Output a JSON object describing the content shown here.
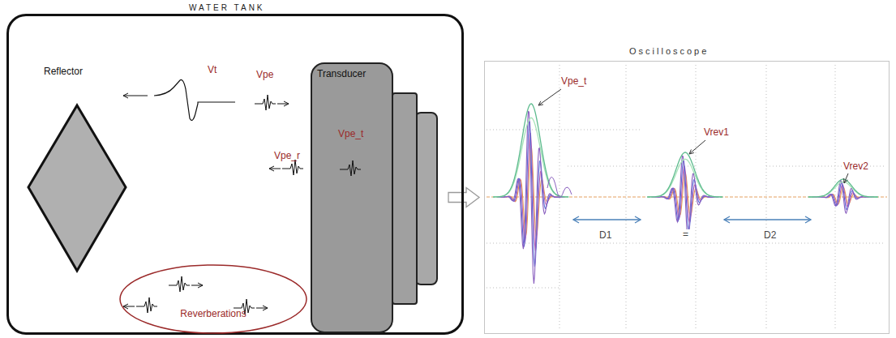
{
  "diagram": {
    "nodes": [
      {
        "text": [
          "WATER TANK"
        ]
      },
      {
        "text": [
          "Reflector"
        ],
        "in": 0
      },
      {
        "text": [
          "Reverberations"
        ],
        "in": 0
      },
      {
        "text": [
          "Transducer",
          "Vpe_t"
        ],
        "in": 0
      },
      {
        "text": [
          "Oscilloscope"
        ]
      }
    ],
    "edges": [
      {
        "from": 3,
        "to": 4,
        "arrow": "to"
      }
    ],
    "labels": [
      "Vt",
      "Vpe",
      "Vpe_r",
      "Vpe_t",
      "Vrev1",
      "Vrev2",
      "D1",
      "=",
      "D2"
    ]
  }
}
